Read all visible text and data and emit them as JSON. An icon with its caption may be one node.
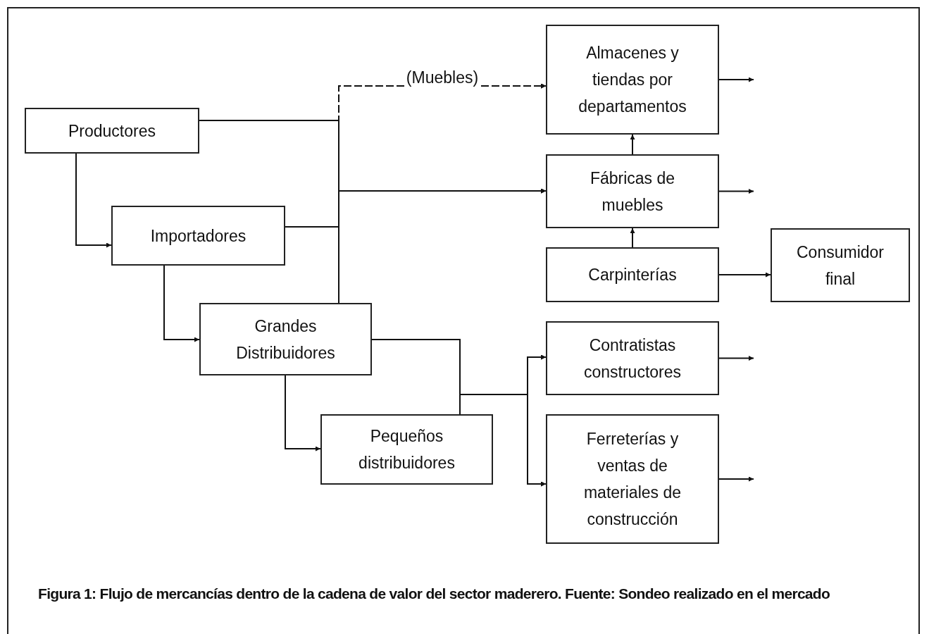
{
  "diagram": {
    "caption": "Figura 1: Flujo de mercancías dentro de la cadena de valor del sector maderero. Fuente: Sondeo realizado en el mercado",
    "nodes": [
      {
        "text": [
          "Productores"
        ]
      },
      {
        "text": [
          "Importadores"
        ]
      },
      {
        "text": [
          "Grandes Distribuidores"
        ]
      },
      {
        "text": [
          "Pequeños distribuidores"
        ]
      },
      {
        "text": [
          "Almacenes y tiendas por departamentos"
        ]
      },
      {
        "text": [
          "Fábricas de muebles"
        ]
      },
      {
        "text": [
          "Carpinterías"
        ]
      },
      {
        "text": [
          "Contratistas constructores"
        ]
      },
      {
        "text": [
          "Ferreterías y ventas de materiales de construcción"
        ]
      },
      {
        "text": [
          "Consumidor final"
        ]
      }
    ],
    "edges": [
      {
        "from": 0,
        "to": 1,
        "arrow": "to"
      },
      {
        "from": 1,
        "to": 2,
        "arrow": "to"
      },
      {
        "from": 2,
        "to": 3,
        "arrow": "to"
      },
      {
        "from": 0,
        "to": 4,
        "arrow": "to",
        "style": "dashed",
        "label": "(Muebles)"
      },
      {
        "from": 1,
        "to": 4,
        "arrow": "to",
        "style": "dashed"
      },
      {
        "from": 2,
        "to": 4,
        "arrow": "to",
        "style": "dashed"
      },
      {
        "from": 0,
        "to": 5,
        "arrow": "to"
      },
      {
        "from": 1,
        "to": 5,
        "arrow": "to"
      },
      {
        "from": 2,
        "to": 5,
        "arrow": "to"
      },
      {
        "from": 6,
        "to": 5,
        "arrow": "to"
      },
      {
        "from": 5,
        "to": 4,
        "arrow": "to"
      },
      {
        "from": 2,
        "to": 7,
        "arrow": "to"
      },
      {
        "from": 2,
        "to": 8,
        "arrow": "to"
      },
      {
        "from": 3,
        "to": 7,
        "arrow": "to"
      },
      {
        "from": 3,
        "to": 8,
        "arrow": "to"
      },
      {
        "from": 4,
        "to": null,
        "arrow": "to"
      },
      {
        "from": 5,
        "to": null,
        "arrow": "to"
      },
      {
        "from": 6,
        "to": 9,
        "arrow": "to"
      },
      {
        "from": 7,
        "to": null,
        "arrow": "to"
      },
      {
        "from": 8,
        "to": null,
        "arrow": "to"
      }
    ]
  }
}
